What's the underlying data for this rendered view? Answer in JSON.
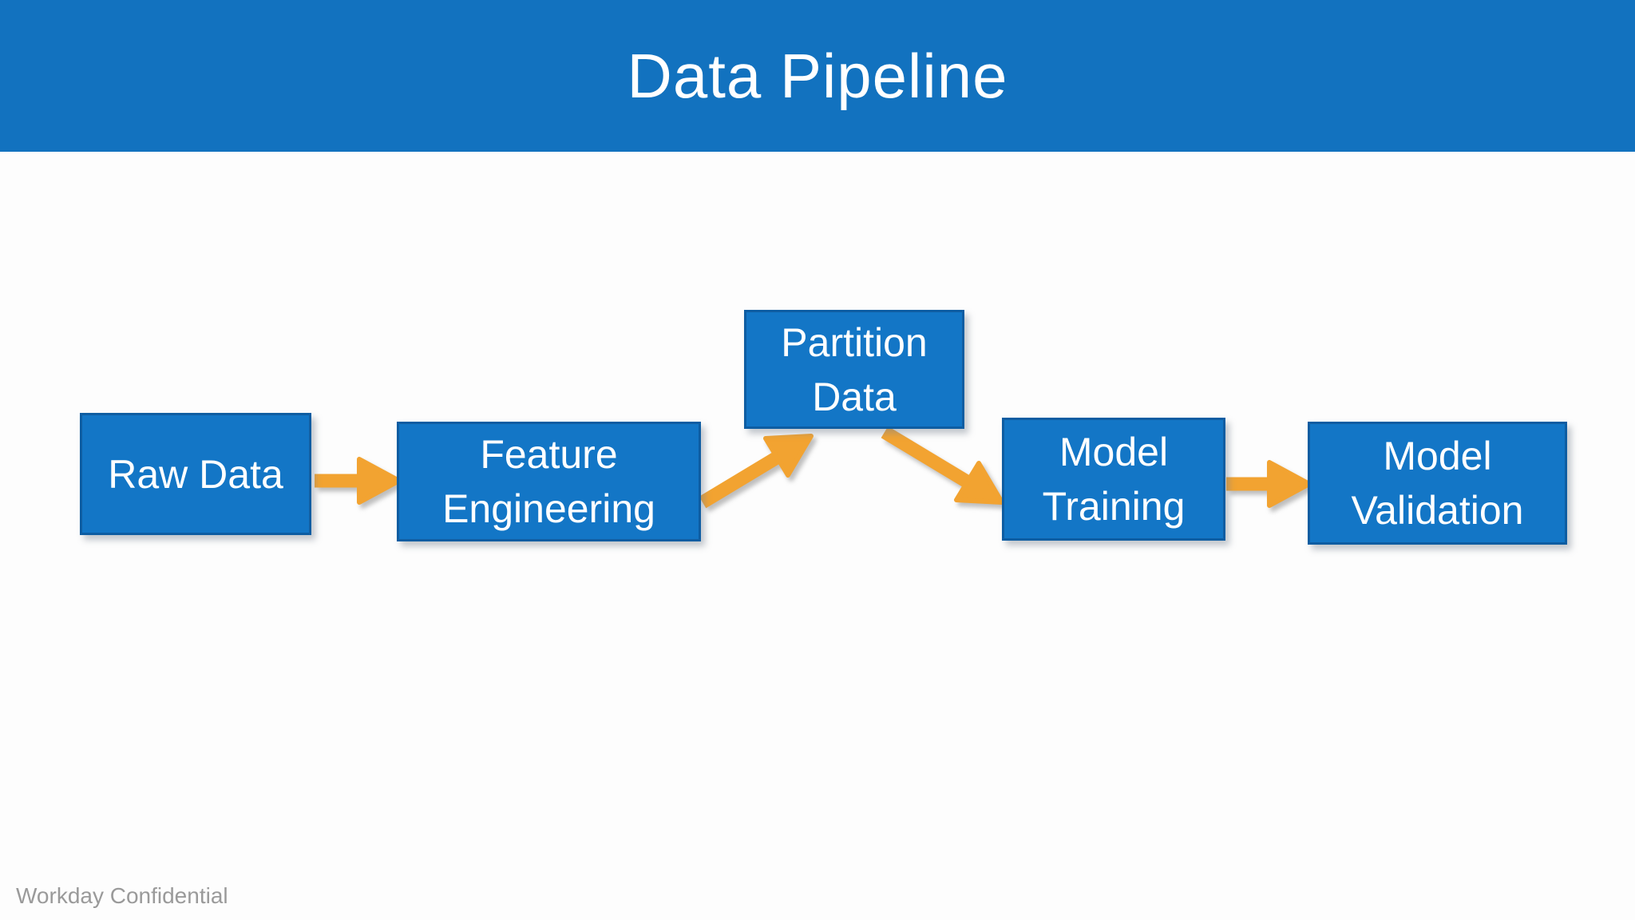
{
  "header": {
    "title": "Data Pipeline"
  },
  "pipeline": {
    "nodes": [
      {
        "id": "raw-data",
        "label": "Raw Data"
      },
      {
        "id": "feature-engineering",
        "label": "Feature Engineering"
      },
      {
        "id": "partition-data",
        "label": "Partition Data"
      },
      {
        "id": "model-training",
        "label": "Model Training"
      },
      {
        "id": "model-validation",
        "label": "Model Validation"
      }
    ],
    "connections": [
      {
        "from": "raw-data",
        "to": "feature-engineering"
      },
      {
        "from": "feature-engineering",
        "to": "partition-data"
      },
      {
        "from": "partition-data",
        "to": "model-training"
      },
      {
        "from": "model-training",
        "to": "model-validation"
      }
    ]
  },
  "footer": {
    "label": "Workday Confidential"
  },
  "colors": {
    "header_bg": "#1272BF",
    "node_fill": "#1376C6",
    "node_border": "#0E5DA2",
    "node_text": "#FFFFFF",
    "arrow": "#F2A331",
    "footer_text": "#9A9A9A",
    "background": "#FDFDFD"
  }
}
